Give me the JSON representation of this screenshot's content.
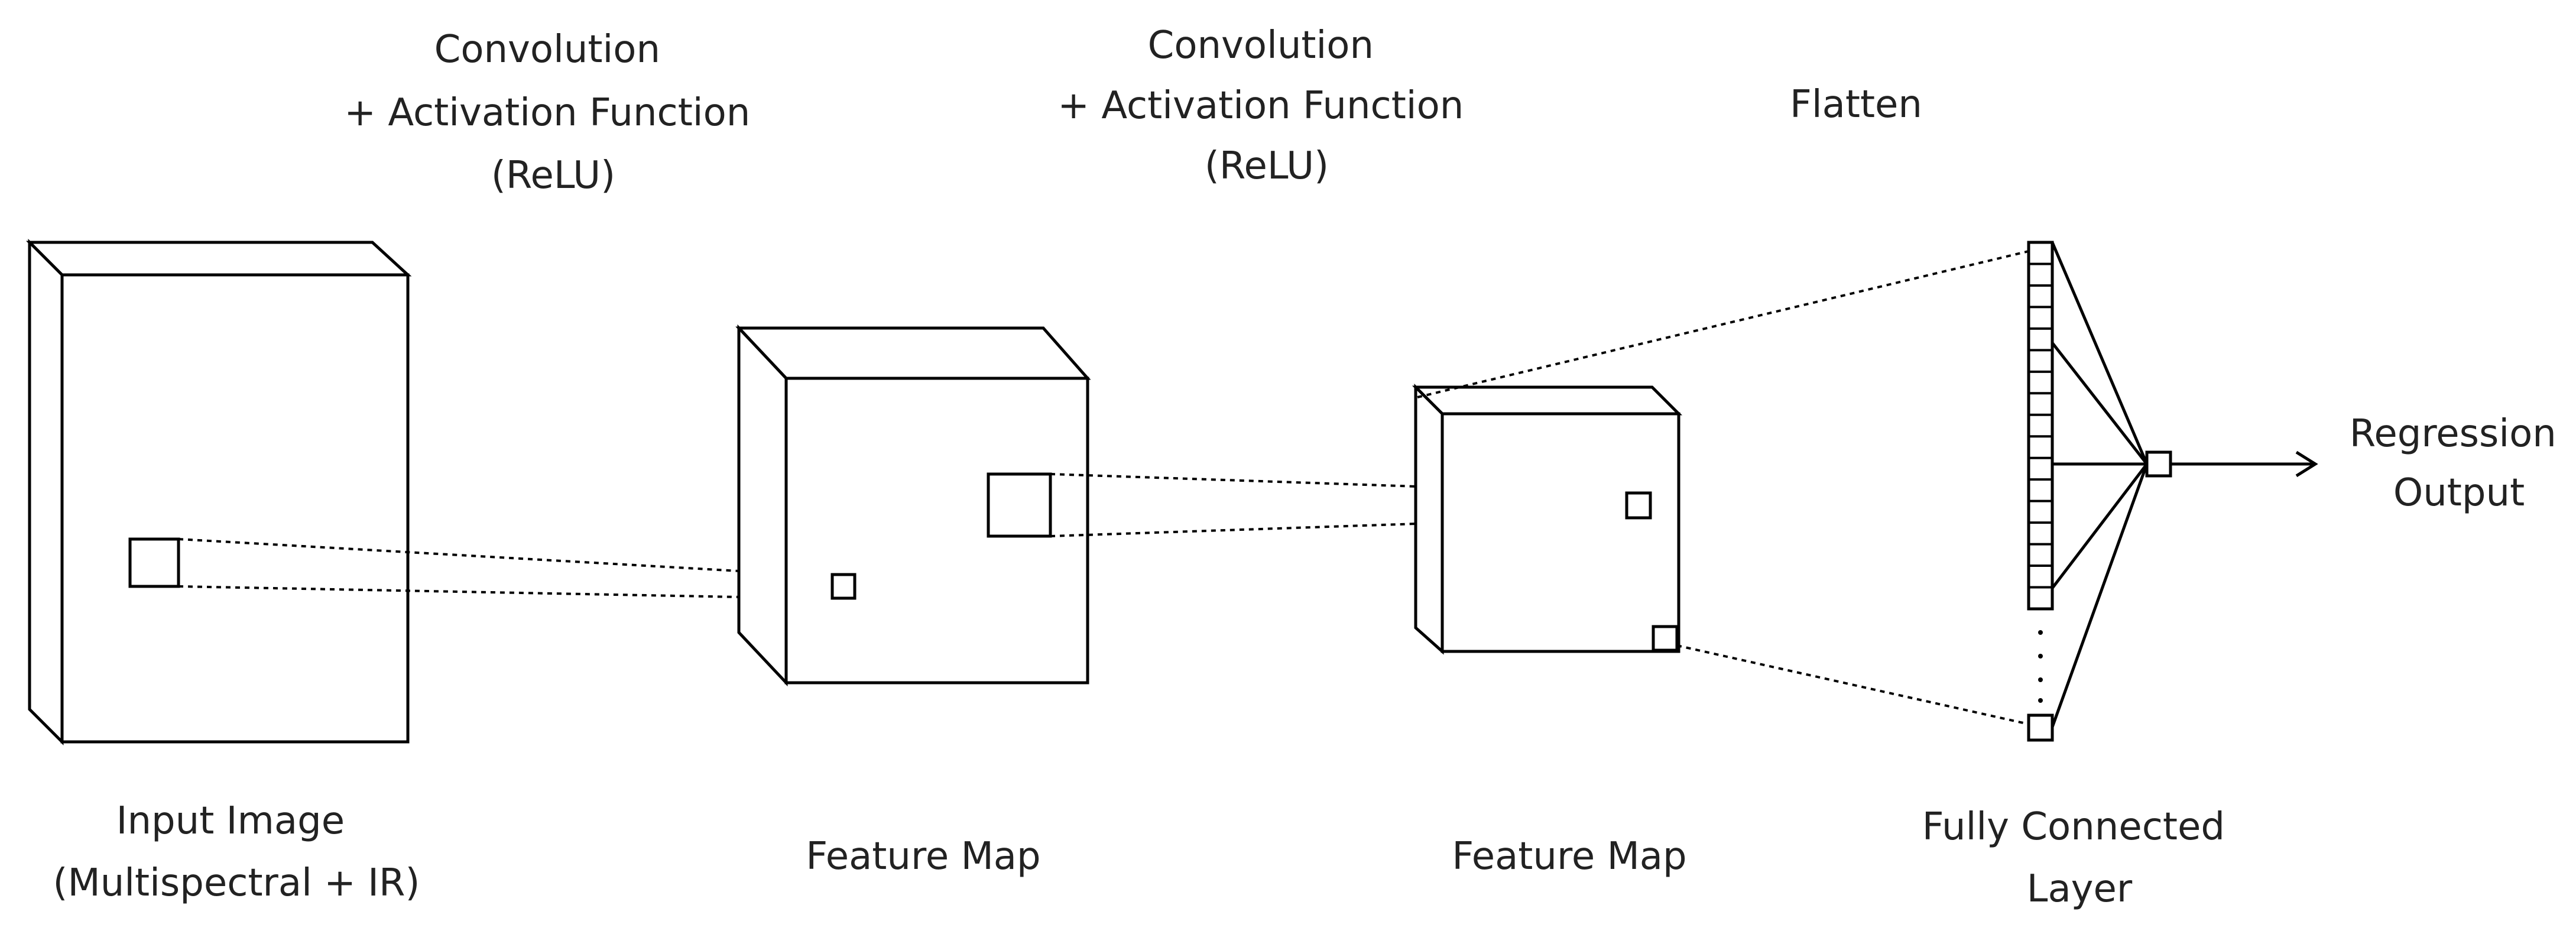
{
  "labels": {
    "conv1": [
      "Convolution",
      "+ Activation Function",
      "(ReLU)"
    ],
    "conv2": [
      "Convolution",
      "+ Activation Function",
      "(ReLU)"
    ],
    "flatten": "Flatten",
    "input": [
      "Input Image",
      "(Multispectral + IR)"
    ],
    "feature_map_1": "Feature Map",
    "feature_map_2": "Feature Map",
    "fully_connected": [
      "Fully Connected",
      "Layer"
    ],
    "output": [
      "Regression",
      "Output"
    ]
  }
}
